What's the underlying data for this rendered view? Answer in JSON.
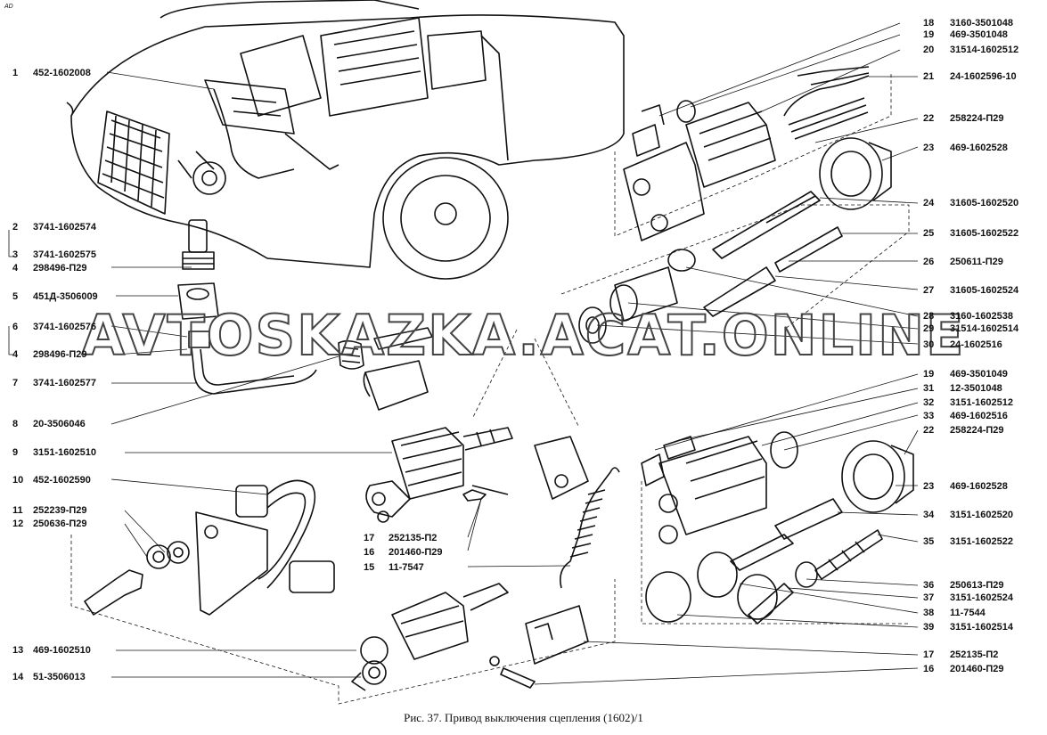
{
  "corner_mark": "AD",
  "caption": "Рис. 37. Привод выключения сцепления (1602)/1",
  "watermark": "AVTOSKAZKA.ACAT.ONLINE",
  "left_labels": [
    {
      "n": "1",
      "code": "452-1602008"
    },
    {
      "n": "2",
      "code": "3741-1602574"
    },
    {
      "n": "3",
      "code": "3741-1602575"
    },
    {
      "n": "4",
      "code": "298496-П29"
    },
    {
      "n": "5",
      "code": "451Д-3506009"
    },
    {
      "n": "6",
      "code": "3741-1602576"
    },
    {
      "n": "4",
      "code": "298496-П29"
    },
    {
      "n": "7",
      "code": "3741-1602577"
    },
    {
      "n": "8",
      "code": "20-3506046"
    },
    {
      "n": "9",
      "code": "3151-1602510"
    },
    {
      "n": "10",
      "code": "452-1602590"
    },
    {
      "n": "11",
      "code": "252239-П29"
    },
    {
      "n": "12",
      "code": "250636-П29"
    },
    {
      "n": "13",
      "code": "469-1602510"
    },
    {
      "n": "14",
      "code": "51-3506013"
    }
  ],
  "right_labels": [
    {
      "n": "18",
      "code": "3160-3501048"
    },
    {
      "n": "19",
      "code": "469-3501048"
    },
    {
      "n": "20",
      "code": "31514-1602512"
    },
    {
      "n": "21",
      "code": "24-1602596-10"
    },
    {
      "n": "22",
      "code": "258224-П29"
    },
    {
      "n": "23",
      "code": "469-1602528"
    },
    {
      "n": "24",
      "code": "31605-1602520"
    },
    {
      "n": "25",
      "code": "31605-1602522"
    },
    {
      "n": "26",
      "code": "250611-П29"
    },
    {
      "n": "27",
      "code": "31605-1602524"
    },
    {
      "n": "28",
      "code": "3160-1602538"
    },
    {
      "n": "29",
      "code": "31514-1602514"
    },
    {
      "n": "30",
      "code": "24-1602516"
    },
    {
      "n": "19",
      "code": "469-3501049"
    },
    {
      "n": "31",
      "code": "12-3501048"
    },
    {
      "n": "32",
      "code": "3151-1602512"
    },
    {
      "n": "33",
      "code": "469-1602516"
    },
    {
      "n": "22",
      "code": "258224-П29"
    },
    {
      "n": "23",
      "code": "469-1602528"
    },
    {
      "n": "34",
      "code": "3151-1602520"
    },
    {
      "n": "35",
      "code": "3151-1602522"
    },
    {
      "n": "36",
      "code": "250613-П29"
    },
    {
      "n": "37",
      "code": "3151-1602524"
    },
    {
      "n": "38",
      "code": "11-7544"
    },
    {
      "n": "39",
      "code": "3151-1602514"
    },
    {
      "n": "17",
      "code": "252135-П2"
    },
    {
      "n": "16",
      "code": "201460-П29"
    }
  ],
  "mid_labels": [
    {
      "n": "17",
      "code": "252135-П2"
    },
    {
      "n": "16",
      "code": "201460-П29"
    },
    {
      "n": "15",
      "code": "11-7547"
    }
  ]
}
